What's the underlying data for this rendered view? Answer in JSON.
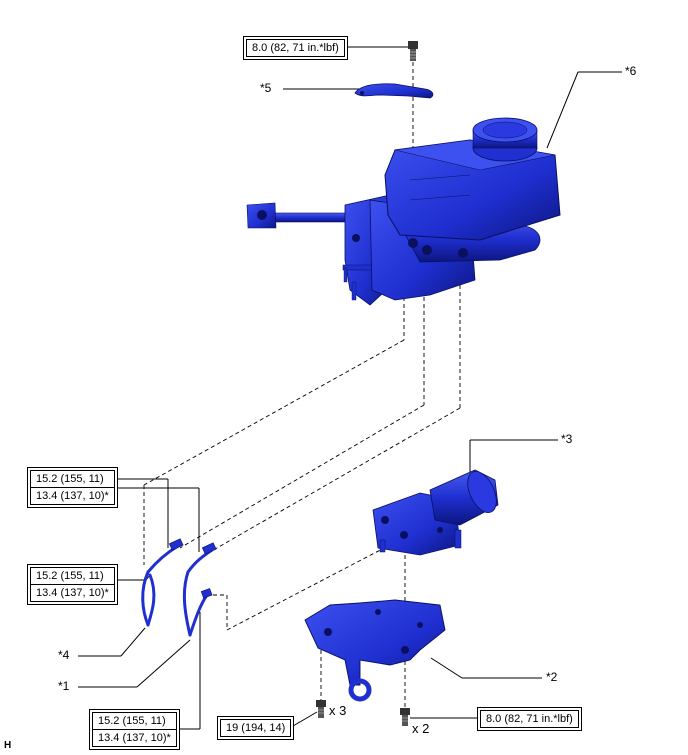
{
  "torque_specs": {
    "top_bolt": {
      "line1": "8.0 (82, 71 in.*lbf)"
    },
    "upper_left": {
      "line1": "15.2 (155, 11)",
      "line2": "13.4 (137, 10)*"
    },
    "middle_left": {
      "line1": "15.2 (155, 11)",
      "line2": "13.4 (137, 10)*"
    },
    "bottom_left": {
      "line1": "15.2 (155, 11)",
      "line2": "13.4 (137, 10)*"
    },
    "bracket_bolt": {
      "line1": "19 (194, 14)"
    },
    "bottom_right": {
      "line1": "8.0 (82, 71 in.*lbf)"
    }
  },
  "callouts": {
    "c1": "*1",
    "c2": "*2",
    "c3": "*3",
    "c4": "*4",
    "c5": "*5",
    "c6": "*6"
  },
  "quantities": {
    "bracket_bolts": "x 3",
    "actuator_bolts": "x 2"
  },
  "corner_letter": "H",
  "colors": {
    "part_blue": "#1f2fd0",
    "part_blue_dark": "#0f1a8a",
    "part_blue_light": "#4a5cf0",
    "line": "#000000"
  }
}
